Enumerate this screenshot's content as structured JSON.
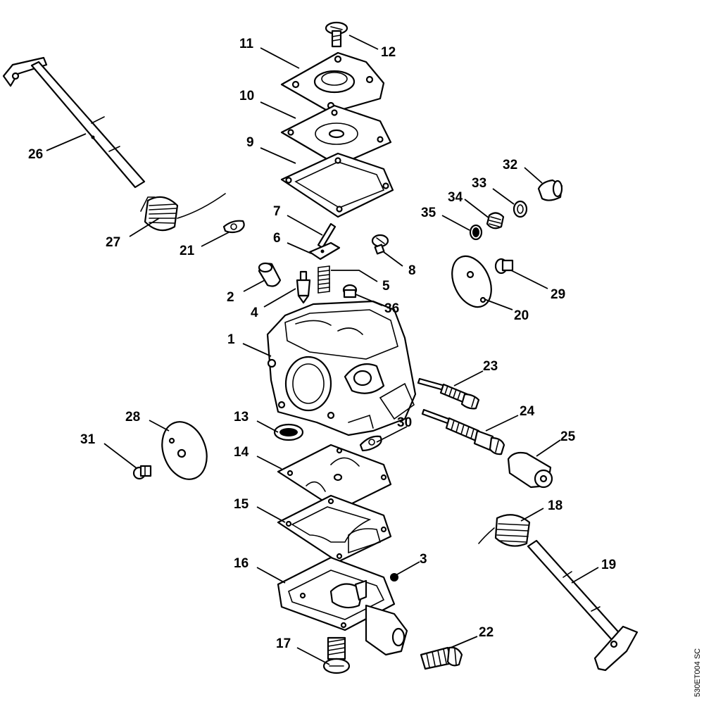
{
  "figure_ref": "530ET004 SC",
  "callouts": {
    "c1": "1",
    "c2": "2",
    "c3": "3",
    "c4": "4",
    "c5": "5",
    "c6": "6",
    "c7": "7",
    "c8": "8",
    "c9": "9",
    "c10": "10",
    "c11": "11",
    "c12": "12",
    "c13": "13",
    "c14": "14",
    "c15": "15",
    "c16": "16",
    "c17": "17",
    "c18": "18",
    "c19": "19",
    "c20": "20",
    "c21": "21",
    "c22": "22",
    "c23": "23",
    "c24": "24",
    "c25": "25",
    "c26": "26",
    "c27": "27",
    "c28": "28",
    "c29": "29",
    "c30": "30",
    "c31": "31",
    "c32": "32",
    "c33": "33",
    "c34": "34",
    "c35": "35",
    "c36": "36"
  }
}
